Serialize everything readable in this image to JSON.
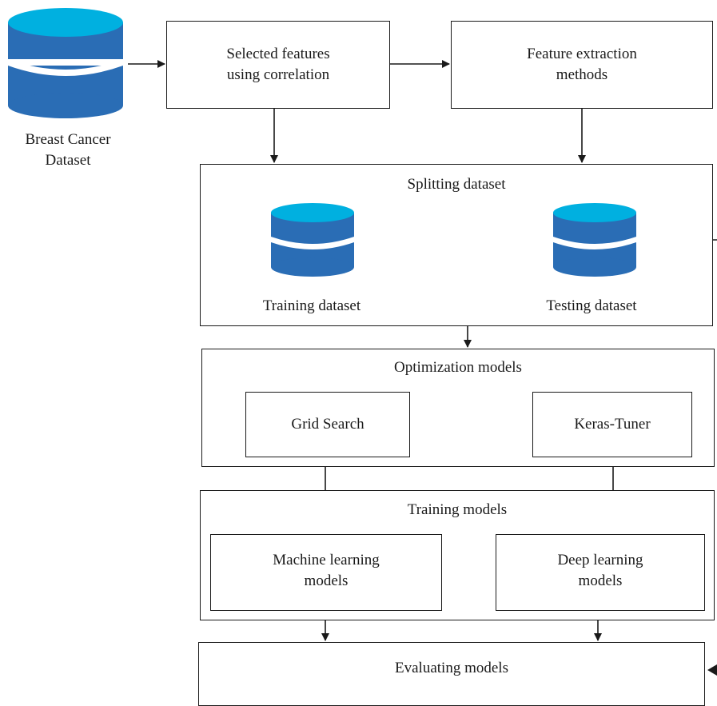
{
  "nodes": {
    "source_dataset": "Breast Cancer\nDataset",
    "selected_features": "Selected features\nusing correlation",
    "feature_extraction": "Feature extraction\nmethods",
    "splitting_dataset": "Splitting dataset",
    "training_dataset": "Training dataset",
    "testing_dataset": "Testing dataset",
    "optimization_models": "Optimization models",
    "grid_search": "Grid Search",
    "keras_tuner": "Keras-Tuner",
    "training_models": "Training models",
    "ml_models": "Machine learning\nmodels",
    "dl_models": "Deep learning\nmodels",
    "evaluating_models": "Evaluating models"
  },
  "colors": {
    "db_top": "#00b0e0",
    "db_body": "#2a6db5",
    "stroke": "#1a1a1a"
  },
  "icons": [
    "database-icon"
  ]
}
